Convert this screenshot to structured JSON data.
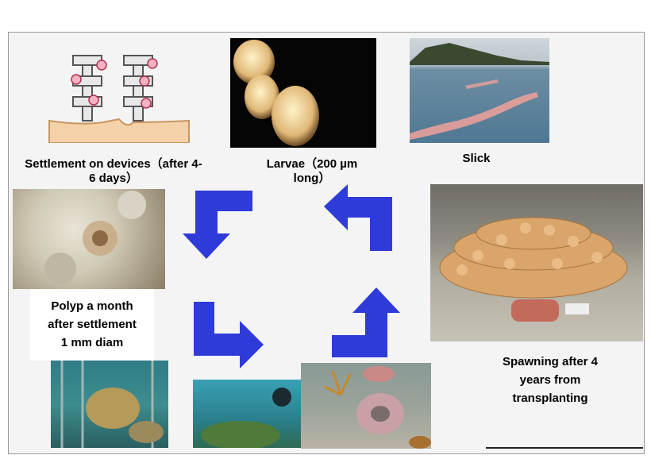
{
  "captions": {
    "settlement": "Settlement on devices（after 4-\n6 days）",
    "larvae": "Larvae（200 µm\nlong）",
    "slick": "Slick",
    "polyp": "Polyp a month\nafter settlement\n1 mm diam",
    "spawning": "Spawning after 4\nyears from\ntransplanting"
  },
  "colors": {
    "arrow": "#2f3bd9",
    "background": "#f4f4f4"
  },
  "icons": {
    "settlement": "settlement-device-diagram",
    "larvae": "larvae-photo",
    "slick": "sea-slick-photo",
    "polyp": "polyp-photo",
    "spawning": "coral-colony-photo",
    "nursery": "nursery-photo",
    "underwater": "underwater-diver-photo",
    "transplant": "reef-transplant-photo"
  }
}
